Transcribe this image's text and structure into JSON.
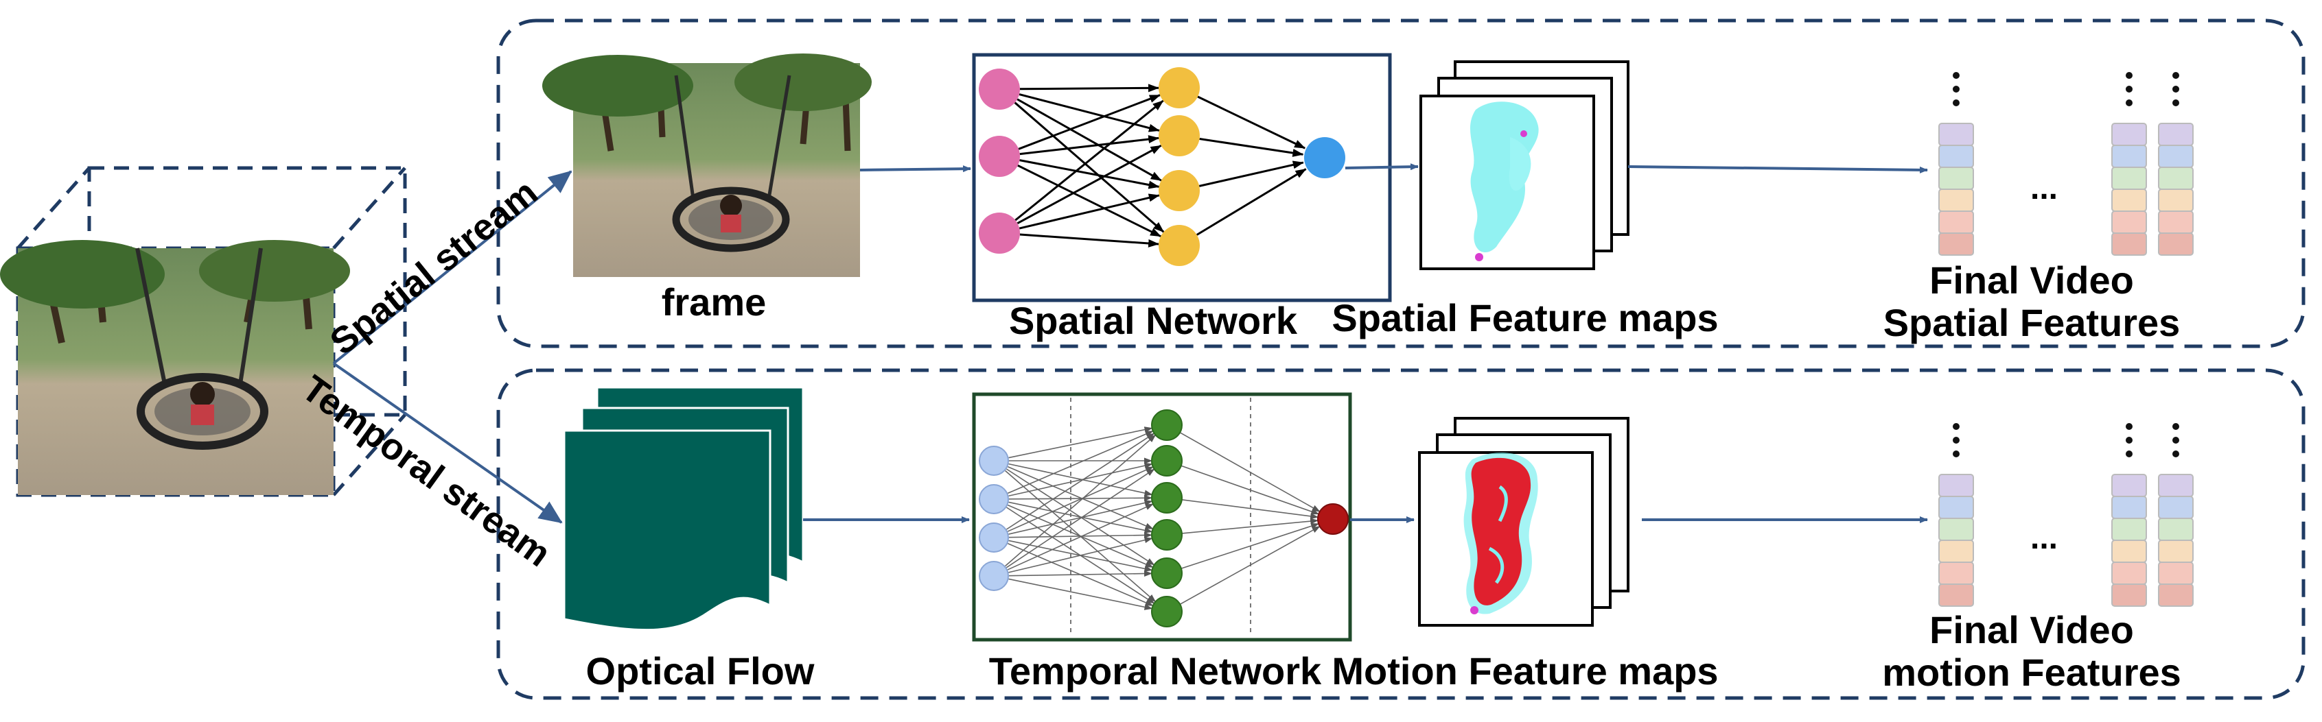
{
  "diagram": {
    "input": {
      "image": "playground swing photo"
    },
    "streams": {
      "spatial": {
        "label": "Spatial stream",
        "input_label": "frame",
        "network_label": "Spatial Network",
        "feature_maps_label": "Spatial Feature maps",
        "output_label_line1": "Final Video",
        "output_label_line2": "Spatial Features",
        "ellipsis": "...",
        "colors": {
          "input_nodes": "#e16fac",
          "hidden_nodes": "#f2bf3f",
          "output_node": "#3d9be9",
          "activation": "#7ff0f0"
        }
      },
      "temporal": {
        "label": "Temporal stream",
        "input_label": "Optical Flow",
        "network_label": "Temporal Network",
        "feature_maps_label": "Motion Feature maps",
        "output_label_line1": "Final Video",
        "output_label_line2": "motion Features",
        "ellipsis": "...",
        "colors": {
          "input_nodes": "#b5cdf2",
          "hidden_nodes": "#3f8a2a",
          "output_node": "#b01515",
          "activation": "#e0202e",
          "flow_stack": "#005f55"
        }
      }
    },
    "feature_vector_colors": [
      "#d6cdea",
      "#c2d3f0",
      "#d3e8cc",
      "#f7ddbd",
      "#f4c7bd",
      "#eab5ac"
    ],
    "colors": {
      "border": "#1f3b63",
      "arrow": "#3b5f91"
    }
  }
}
